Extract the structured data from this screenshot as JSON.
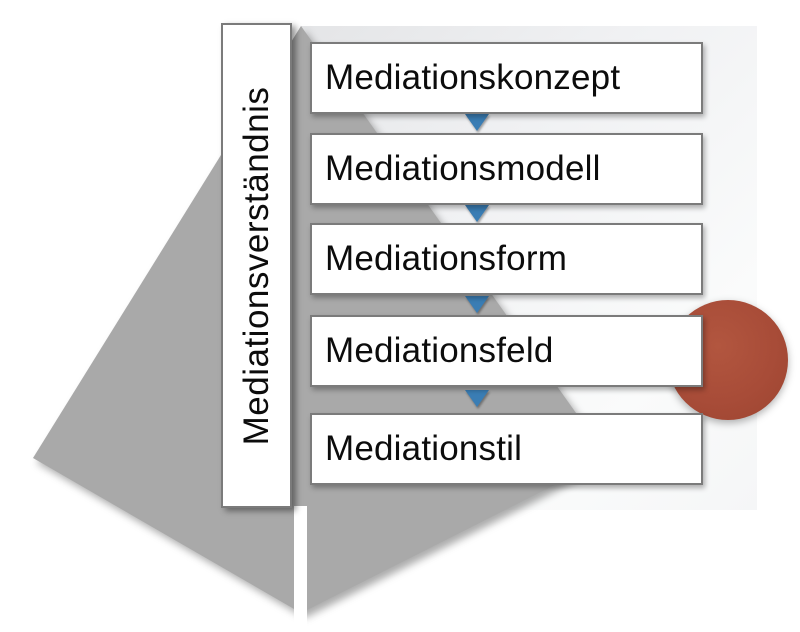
{
  "diagram": {
    "vertical_label": "Mediationsverständnis",
    "steps": [
      {
        "label": "Mediationskonzept"
      },
      {
        "label": "Mediationsmodell"
      },
      {
        "label": "Mediationsform"
      },
      {
        "label": "Mediationsfeld"
      },
      {
        "label": "Mediationstil"
      }
    ],
    "icons": {
      "step_connector": "down-arrow-icon",
      "accent": "red-circle"
    },
    "colors": {
      "funnel_gray": "#a9a9a9",
      "panel_light": "#f0f1f3",
      "arrow_blue": "#3a7db4",
      "circle_red": "#a84c38",
      "box_border": "#7b7b7b",
      "text_black": "#0c0c0c"
    }
  }
}
